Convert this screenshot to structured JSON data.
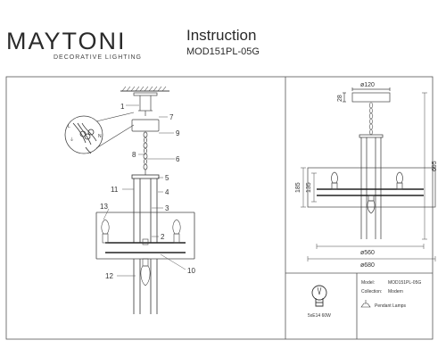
{
  "header": {
    "brand": "MAYTONI",
    "tagline": "DECORATIVE LIGHTING",
    "title": "Instruction",
    "model_code": "MOD151PL-05G"
  },
  "callouts": [
    "1",
    "7",
    "9",
    "6",
    "8",
    "5",
    "4",
    "3",
    "2",
    "11",
    "13",
    "12",
    "10"
  ],
  "wiring_labels": [
    "L",
    "N"
  ],
  "dimensions": {
    "canopy": "ø120",
    "canopy_height": "28",
    "h1": "185",
    "h2": "135",
    "total_height": "695",
    "inner_width": "ø560",
    "outer_width": "ø680"
  },
  "info": {
    "model_label": "Model:",
    "model_value": "MOD151PL-05G",
    "collection_label": "Collection:",
    "collection_value": "Modern",
    "bulb_spec": "5xE14 60W",
    "type_label": "Pendant Lamps"
  }
}
